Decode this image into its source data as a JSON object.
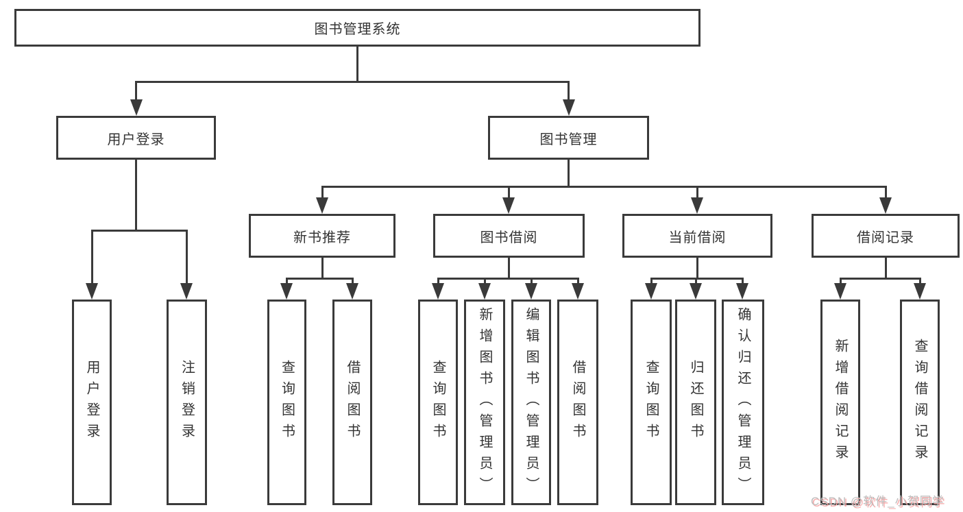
{
  "diagram_title": "图书管理系统",
  "nodes": {
    "root": "图书管理系统",
    "user_login": "用户登录",
    "book_management": "图书管理",
    "new_book": "新书推荐",
    "book_borrow": "图书借阅",
    "current_borrow": "当前借阅",
    "borrow_records": "借阅记录"
  },
  "leaves": {
    "user_login": [
      "用户登录",
      "注销登录"
    ],
    "new_book": [
      "查询图书",
      "借阅图书"
    ],
    "book_borrow": [
      "查询图书",
      "新增图书（管理员）",
      "编辑图书（管理员）",
      "借阅图书"
    ],
    "current_borrow": [
      "查询图书",
      "归还图书",
      "确认归还（管理员）"
    ],
    "borrow_records": [
      "新增借阅记录",
      "查询借阅记录"
    ]
  },
  "watermark": "CSDN @软件_小贺同学",
  "colors": {
    "line": "#3a3a3a",
    "text": "#333333",
    "background": "#ffffff",
    "watermark_text": "#bdbdbd",
    "watermark_shadow": "#f7a8a8"
  }
}
